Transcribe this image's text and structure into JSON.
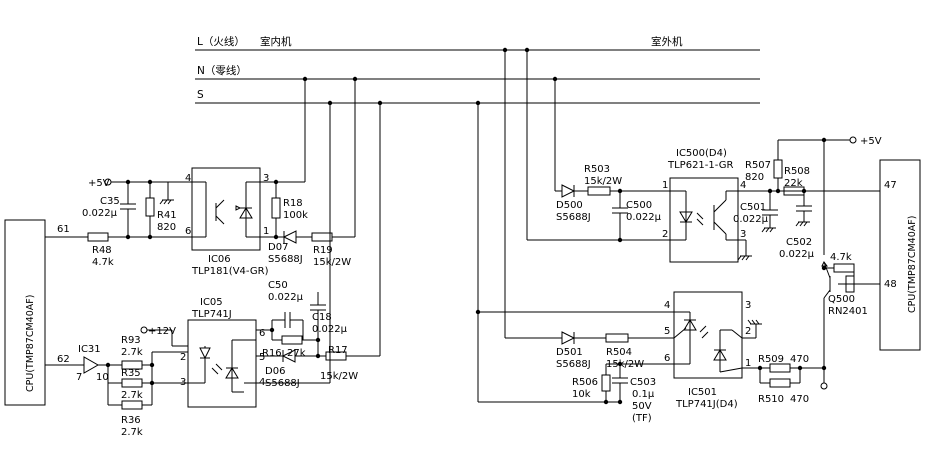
{
  "bus": {
    "L": "L（火线）",
    "N": "N（零线）",
    "S": "S",
    "indoor": "室内机",
    "outdoor": "室外机"
  },
  "power": {
    "p5v": "+5V",
    "p12v": "+12V"
  },
  "cpu": {
    "left_label": "CPU(TMP87CM40AF)",
    "right_label": "CPU(TMP87CM40AF)",
    "pins": {
      "p61": "61",
      "p62": "62",
      "p47": "47",
      "p48": "48"
    }
  },
  "ic06": {
    "name": "IC06",
    "part": "TLP181(V4-GR)",
    "pins": {
      "p1": "1",
      "p3": "3",
      "p4": "4",
      "p6": "6"
    }
  },
  "ic05": {
    "name": "IC05",
    "part": "TLP741J",
    "pins": {
      "p2": "2",
      "p3": "3",
      "p4": "4",
      "p5": "5",
      "p6": "6"
    }
  },
  "ic31": {
    "name": "IC31",
    "pin_in": "7",
    "pin_out": "10"
  },
  "ic500": {
    "name": "IC500(D4)",
    "part": "TLP621-1-GR",
    "pins": {
      "p1": "1",
      "p2": "2",
      "p3": "3",
      "p4": "4"
    }
  },
  "ic501": {
    "name": "IC501",
    "part": "TLP741J(D4)",
    "pins": {
      "p1": "1",
      "p2": "2",
      "p3": "3",
      "p4": "4",
      "p5": "5",
      "p6": "6"
    }
  },
  "q500": {
    "name": "Q500",
    "part": "RN2401"
  },
  "components": {
    "c35": [
      "C35",
      "0.022μ"
    ],
    "r41": [
      "R41",
      "820"
    ],
    "r48": [
      "R48",
      "4.7k"
    ],
    "r18": [
      "R18",
      "100k"
    ],
    "d07": [
      "D07",
      "S5688J"
    ],
    "r19": [
      "R19",
      "15k/2W"
    ],
    "c50": [
      "C50",
      "0.022μ"
    ],
    "c18": [
      "C18",
      "0.022μ"
    ],
    "r16": [
      "R16",
      "27k"
    ],
    "d06": [
      "D06",
      "S5688J"
    ],
    "r17": [
      "R17",
      "15k/2W"
    ],
    "r93": [
      "R93",
      "2.7k"
    ],
    "r35": [
      "R35",
      "2.7k"
    ],
    "r36": [
      "R36",
      "2.7k"
    ],
    "r503": [
      "R503",
      "15k/2W"
    ],
    "d500": [
      "D500",
      "S5688J"
    ],
    "c500": [
      "C500",
      "0.022μ"
    ],
    "r507": [
      "R507",
      "820"
    ],
    "r508": [
      "R508",
      "22k"
    ],
    "c501": [
      "C501",
      "0.022μ"
    ],
    "c502": [
      "C502",
      "0.022μ"
    ],
    "q_r": [
      "4.7k"
    ],
    "d501": [
      "D501",
      "S5688J"
    ],
    "r504": [
      "R504",
      "15k/2W"
    ],
    "r506": [
      "R506",
      "10k"
    ],
    "c503": [
      "C503",
      "0.1μ",
      "50V",
      "(TF)"
    ],
    "r509": [
      "R509",
      "470"
    ],
    "r510": [
      "R510",
      "470"
    ]
  }
}
